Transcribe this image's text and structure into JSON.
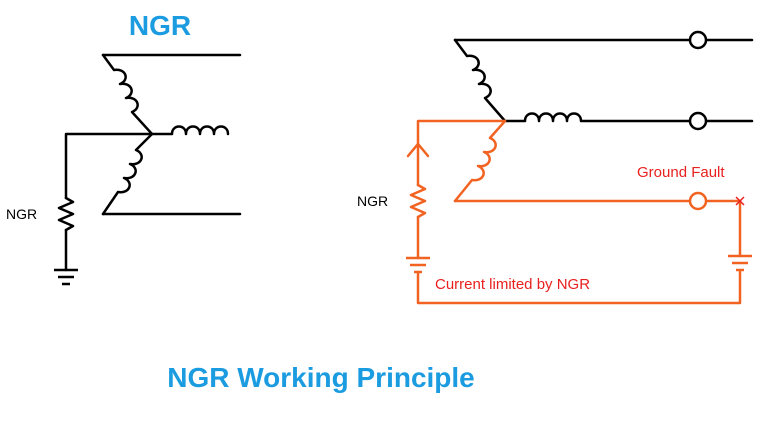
{
  "header": {
    "title": "NGR"
  },
  "left_diagram": {
    "resistor_label": "NGR"
  },
  "right_diagram": {
    "resistor_label": "NGR",
    "fault_label": "Ground Fault",
    "current_label": "Current limited by NGR"
  },
  "footer": {
    "caption": "NGR Working Principle"
  },
  "colors": {
    "title_blue": "#1b9be0",
    "fault_orange": "#f26322",
    "fault_red": "#e8201e",
    "wire_black": "#000000"
  }
}
